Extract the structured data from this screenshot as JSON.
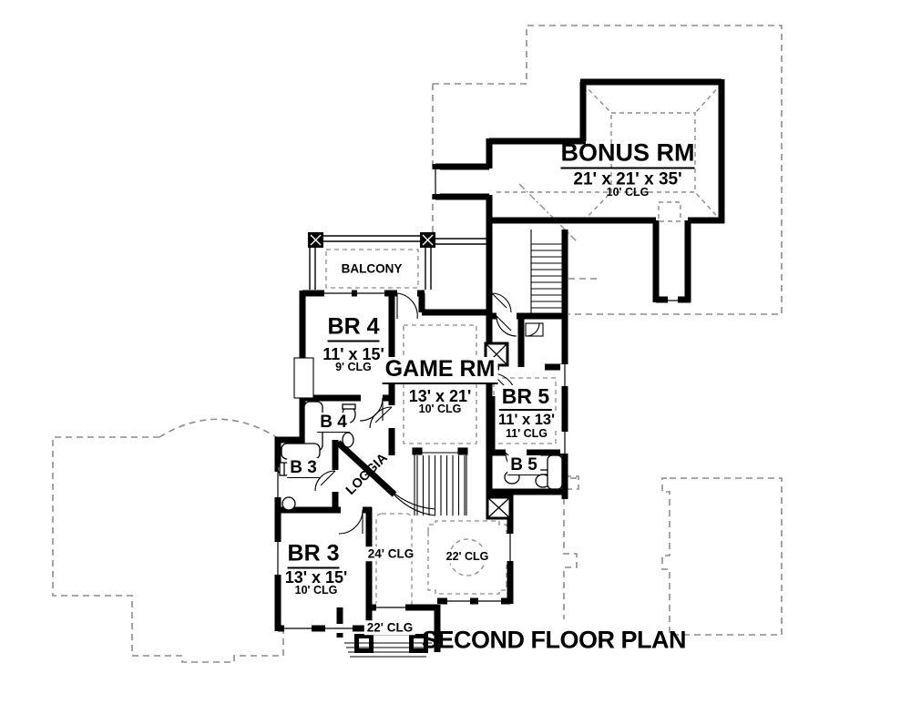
{
  "title": "SECOND FLOOR PLAN",
  "colors": {
    "wall": "#000000",
    "roof_dash": "#8c8c8c",
    "background": "#ffffff"
  },
  "rooms": {
    "bonus": {
      "name": "BONUS RM",
      "dims": "21' x 21' x 35'",
      "ceiling": "10' CLG"
    },
    "balcony": {
      "name": "BALCONY"
    },
    "br4": {
      "name": "BR 4",
      "dims": "11' x 15'",
      "ceiling": "9' CLG"
    },
    "game": {
      "name": "GAME RM",
      "dims": "13' x 21'",
      "ceiling": "10' CLG"
    },
    "br5": {
      "name": "BR 5",
      "dims": "11' x 13'",
      "ceiling": "11' CLG"
    },
    "b4": {
      "name": "B 4"
    },
    "b3": {
      "name": "B 3"
    },
    "b5": {
      "name": "B 5"
    },
    "loggia": {
      "name": "LOGGIA"
    },
    "br3": {
      "name": "BR 3",
      "dims": "13' x 15'",
      "ceiling": "10' CLG"
    },
    "clg24": {
      "name": "24' CLG"
    },
    "clg22_patio": {
      "name": "22' CLG"
    },
    "clg22_porch": {
      "name": "22' CLG"
    }
  }
}
